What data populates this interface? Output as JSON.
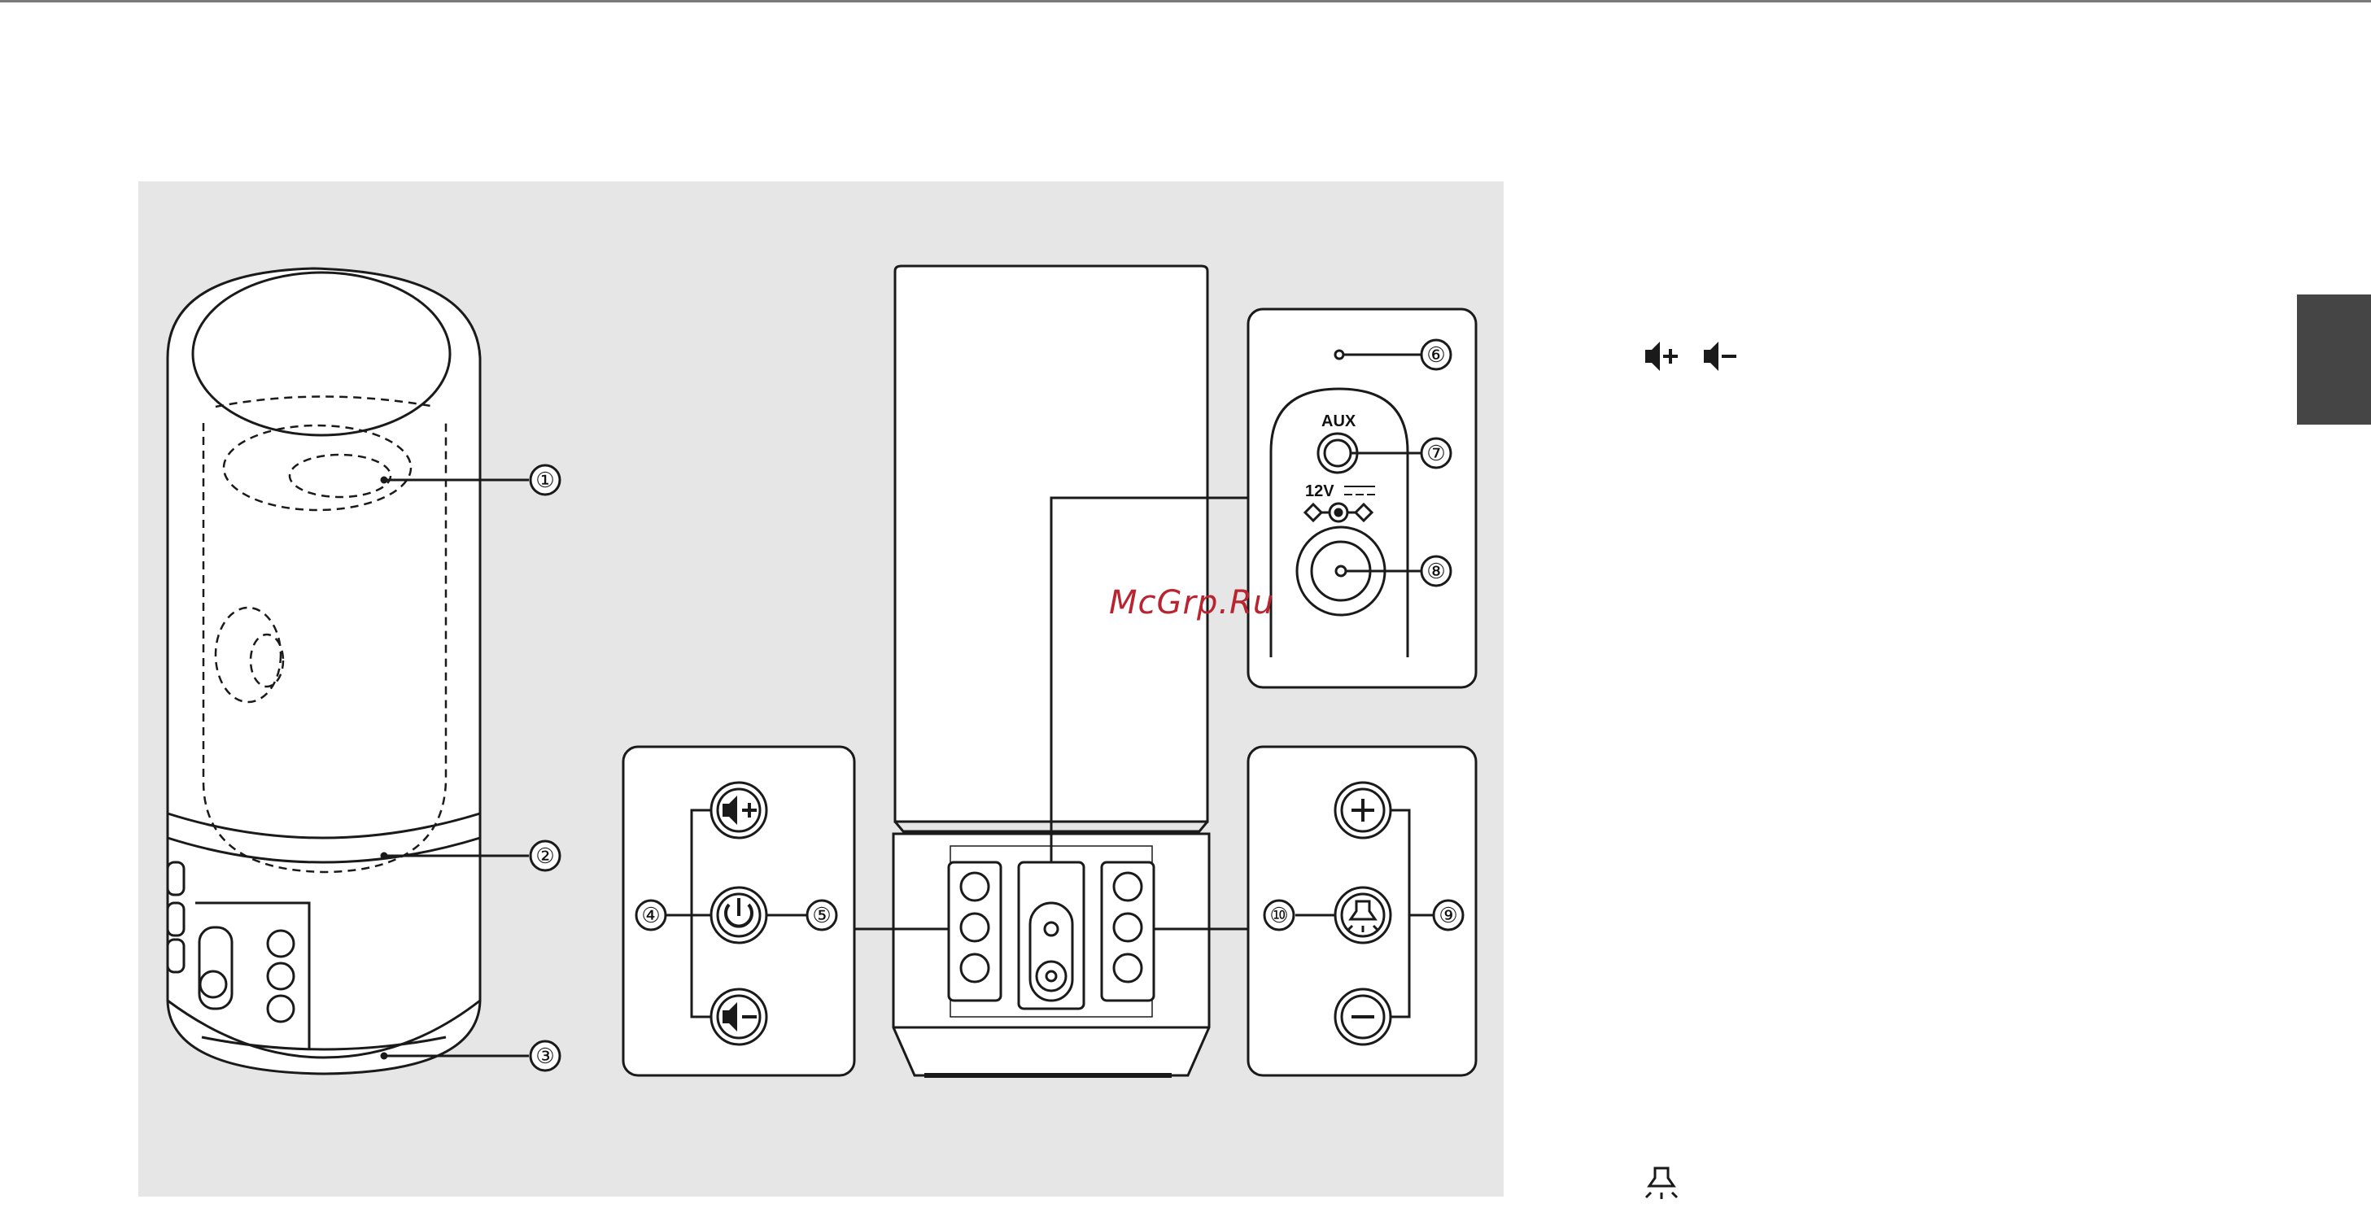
{
  "watermark": "McGrp.Ru",
  "callouts": [
    "①",
    "②",
    "③",
    "④",
    "⑤",
    "⑥",
    "⑦",
    "⑧",
    "⑨",
    "⑩"
  ],
  "panel_labels": {
    "aux": "AUX",
    "dc_voltage": "12V"
  },
  "legend": {
    "volume_up_icon": "volume-up-icon",
    "volume_down_icon": "volume-down-icon",
    "light_icon": "light-bulb-icon"
  },
  "colors": {
    "figure_background": "#e6e6e6",
    "side_tab": "#454545",
    "watermark": "#b82430",
    "line": "#1a1a1a"
  }
}
